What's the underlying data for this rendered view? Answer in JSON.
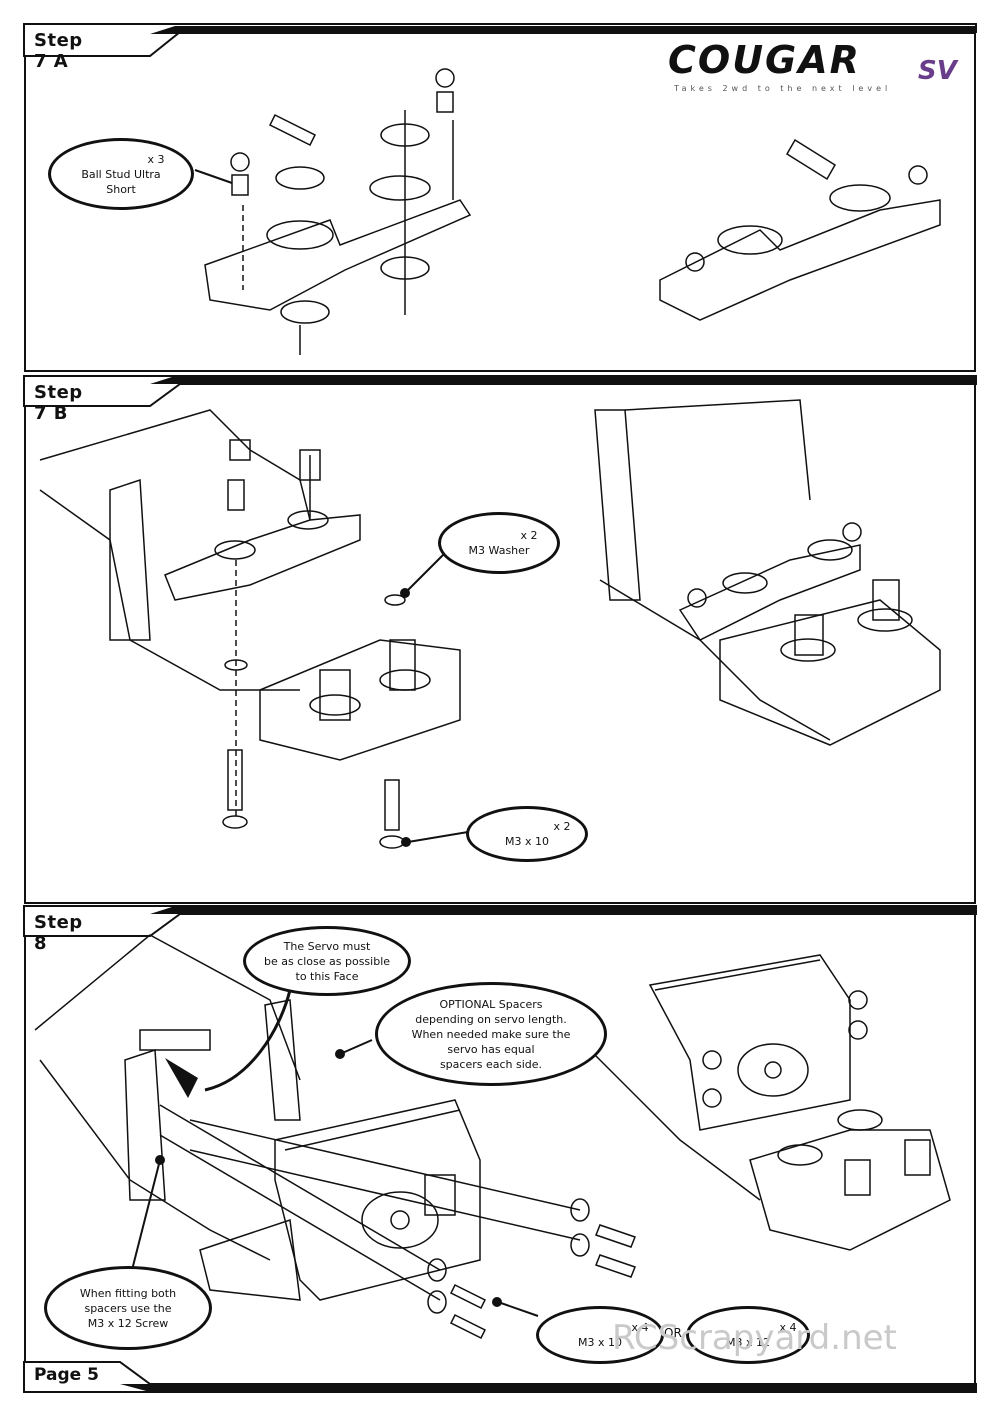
{
  "header": {
    "logo_title": "COUGAR",
    "logo_suffix": "SV",
    "tagline": "Takes 2wd to the next level"
  },
  "steps": [
    {
      "label": "Step 7 A",
      "callouts": [
        {
          "qty": "x 3",
          "text_lines": [
            "Ball Stud Ultra",
            "Short"
          ]
        }
      ]
    },
    {
      "label": "Step 7 B",
      "callouts": [
        {
          "qty": "x 2",
          "text_lines": [
            "M3 Washer"
          ]
        },
        {
          "qty": "x 2",
          "text_lines": [
            "M3 x 10"
          ]
        }
      ]
    },
    {
      "label": "Step 8",
      "callouts": [
        {
          "text_lines": [
            "The Servo must",
            "be as close as possible",
            "to this Face"
          ]
        },
        {
          "text_lines": [
            "OPTIONAL Spacers",
            "depending on servo length.",
            "When needed make sure the",
            "servo has equal",
            "spacers each side."
          ]
        },
        {
          "text_lines": [
            "When fitting both",
            "spacers use the",
            "M3 x 12 Screw"
          ]
        },
        {
          "qty": "x 4",
          "text_lines": [
            "M3 x 10"
          ]
        },
        {
          "qty": "x 4",
          "text_lines": [
            "M3 x 12"
          ]
        }
      ],
      "or_label": "OR"
    }
  ],
  "footer": {
    "page_label": "Page 5",
    "watermark": "RCScrapyard.net"
  },
  "colors": {
    "line": "#111111",
    "logo_accent": "#6a3d8a",
    "watermark": "#c9c9c9"
  }
}
